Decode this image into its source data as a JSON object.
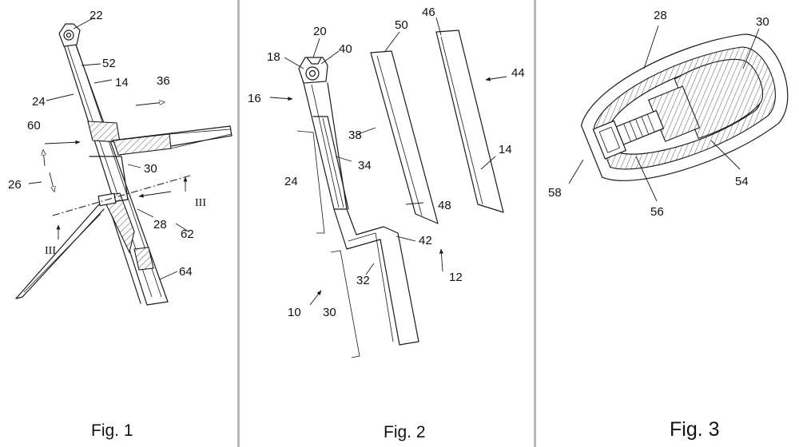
{
  "figures": {
    "fig1": {
      "caption": "Fig. 1",
      "labels": {
        "l22": "22",
        "l52": "52",
        "l14": "14",
        "l36": "36",
        "l24": "24",
        "l60": "60",
        "l26": "26",
        "l30": "30",
        "l28": "28",
        "l62": "62",
        "l64": "64"
      },
      "section_marks": {
        "top": "III",
        "bottom": "III"
      }
    },
    "fig2": {
      "caption": "Fig. 2",
      "labels": {
        "l20": "20",
        "l18": "18",
        "l40": "40",
        "l50": "50",
        "l46": "46",
        "l44": "44",
        "l16": "16",
        "l38": "38",
        "l34": "34",
        "l24": "24",
        "l14": "14",
        "l48": "48",
        "l42": "42",
        "l32": "32",
        "l12": "12",
        "l10": "10",
        "l30": "30"
      }
    },
    "fig3": {
      "caption": "Fig. 3",
      "labels": {
        "l28": "28",
        "l30": "30",
        "l58": "58",
        "l56": "56",
        "l54": "54"
      }
    }
  },
  "colors": {
    "ink": "#1a1a1a",
    "paper": "#ffffff",
    "divider": "#b8b8b8"
  }
}
